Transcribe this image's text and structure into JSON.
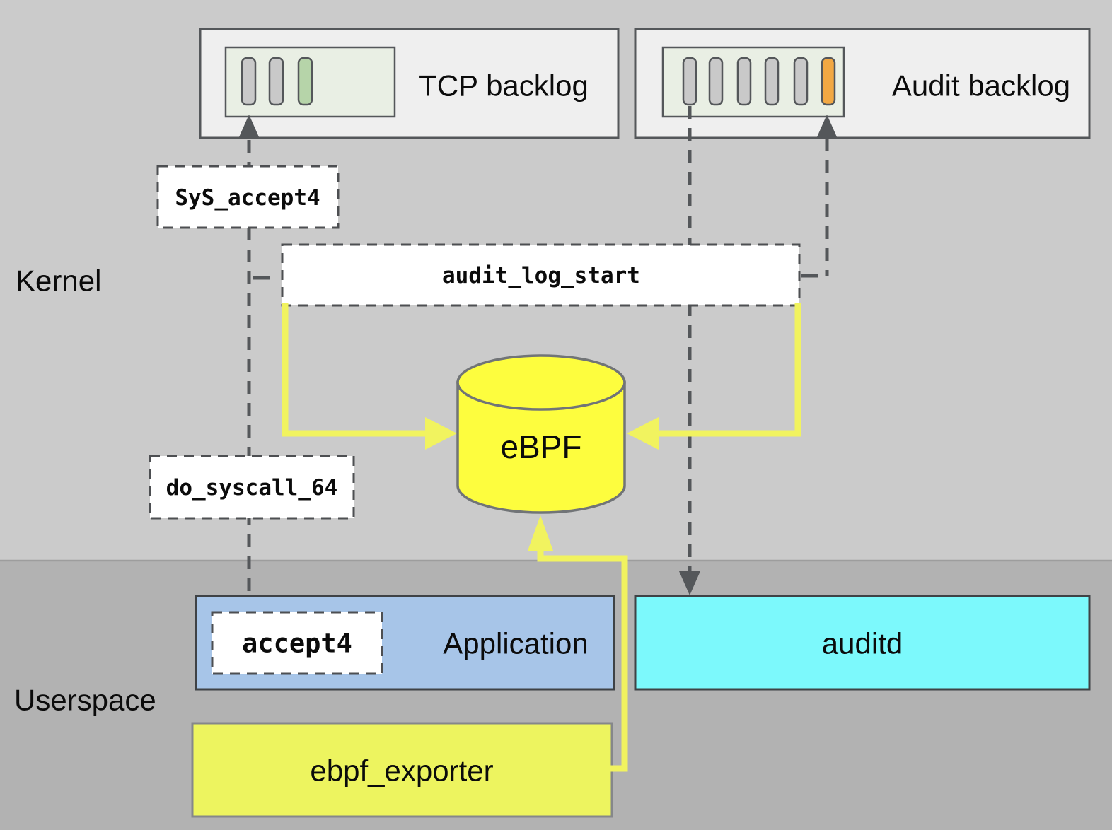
{
  "diagram": {
    "regions": {
      "kernel": "Kernel",
      "userspace": "Userspace"
    },
    "tcp_backlog": {
      "label": "TCP backlog",
      "slots": [
        "empty",
        "empty",
        "filled"
      ],
      "slot_colors": [
        "#c9c9c9",
        "#c9c9c9",
        "#b6d4a9"
      ]
    },
    "audit_backlog": {
      "label": "Audit backlog",
      "slots": [
        "empty",
        "empty",
        "empty",
        "empty",
        "empty",
        "filled"
      ],
      "slot_colors": [
        "#c9c9c9",
        "#c9c9c9",
        "#c9c9c9",
        "#c9c9c9",
        "#c9c9c9",
        "#f2a843"
      ]
    },
    "kernel_functions": {
      "sys_accept4": "SyS_accept4",
      "audit_log_start": "audit_log_start",
      "do_syscall_64": "do_syscall_64"
    },
    "ebpf": {
      "label": "eBPF"
    },
    "userspace_components": {
      "application": "Application",
      "accept4": "accept4",
      "auditd": "auditd",
      "ebpf_exporter": "ebpf_exporter"
    }
  },
  "palette": {
    "kernel_bg": "#cbcbcb",
    "userspace_bg": "#b2b2b2",
    "backlog_box_bg": "#efefef",
    "queue_bg": "#e9efe4",
    "slot_gray": "#c9c9c9",
    "slot_green": "#b6d4a9",
    "slot_orange": "#f2a843",
    "application_blue": "#a7c5e8",
    "auditd_cyan": "#7cf9fc",
    "exporter_yellow": "#edf45f",
    "ebpf_yellow": "#fdfd3e",
    "arrow_yellow": "#f1f35f",
    "dash_gray": "#54575a",
    "white": "#ffffff"
  }
}
